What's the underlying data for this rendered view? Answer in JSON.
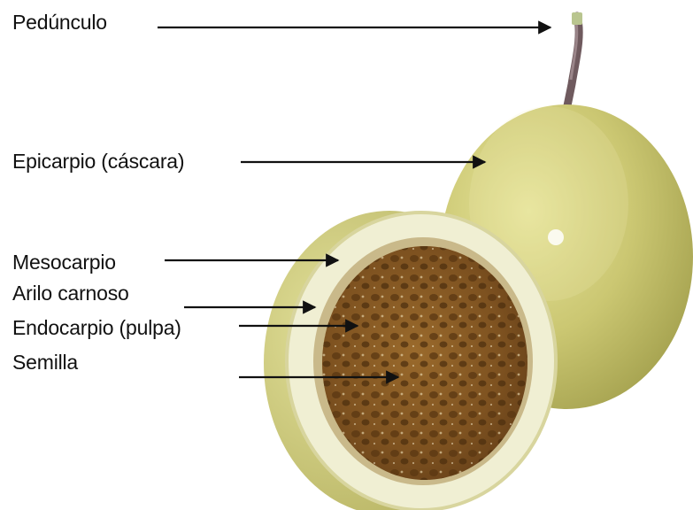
{
  "labels": {
    "peduncle": "Pedúnculo",
    "epicarp": "Epicarpio (cáscara)",
    "mesocarp": "Mesocarpio",
    "aril": "Arilo carnoso",
    "endocarp": "Endocarpio (pulpa)",
    "seed": "Semilla"
  },
  "colors": {
    "rind": "#c8c56e",
    "mesocarp": "#f1f0d2",
    "pulp": "#8a5a22",
    "arrow": "#111111"
  }
}
